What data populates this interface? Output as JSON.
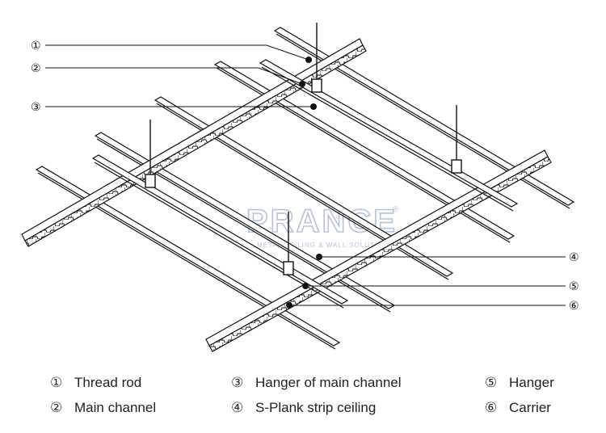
{
  "callout_markers": [
    "①",
    "②",
    "③",
    "④",
    "⑤",
    "⑥"
  ],
  "legend": [
    {
      "num": "①",
      "label": "Thread rod"
    },
    {
      "num": "②",
      "label": "Main channel"
    },
    {
      "num": "③",
      "label": "Hanger of main channel"
    },
    {
      "num": "④",
      "label": "S-Plank strip ceiling"
    },
    {
      "num": "⑤",
      "label": "Hanger"
    },
    {
      "num": "⑥",
      "label": "Carrier"
    }
  ],
  "watermark": {
    "brand": "PRANCE",
    "registered": "®",
    "tagline": "METAL CEILING & WALL SOLUTIONS"
  },
  "colors": {
    "line": "#111111",
    "watermark": "#b9c2d8"
  }
}
